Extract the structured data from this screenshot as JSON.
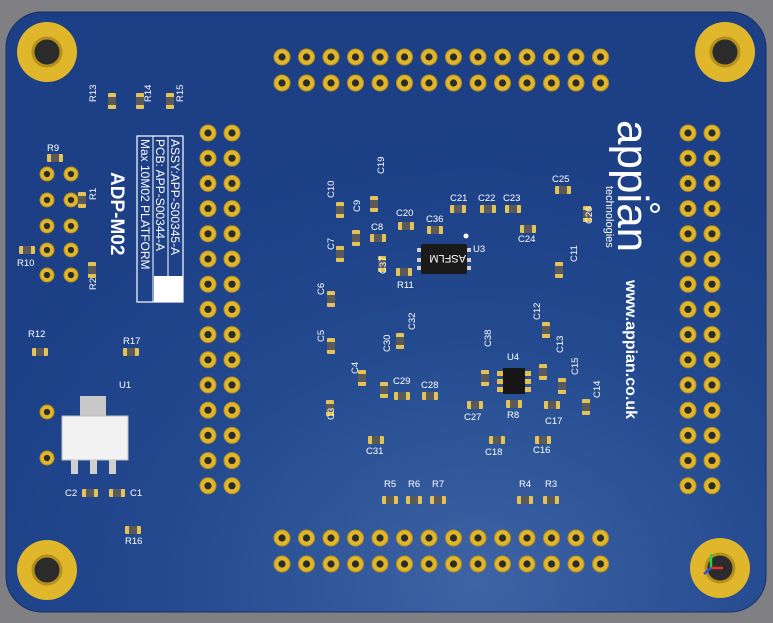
{
  "colors": {
    "board": "#1c3f86",
    "board_highlight": "#3e64a6",
    "background": "#7f7f84",
    "pad_gold": "#e0b62a",
    "pad_hole": "#2b2b2b",
    "silkscreen": "#ffffff"
  },
  "silkscreen": {
    "assy": "ASSY:APP-S00345-A",
    "pcb": "PCB: APP-S00344-A",
    "platform": "Max 10M02 PLATFORM",
    "board_name": "ADP-M02",
    "logo_word": "appian",
    "logo_sub": "technologies",
    "website": "www.appian.co.uk",
    "chip_marking": "ASFLM"
  },
  "designators": [
    {
      "id": "R13"
    },
    {
      "id": "R14"
    },
    {
      "id": "R15"
    },
    {
      "id": "R9"
    },
    {
      "id": "R1"
    },
    {
      "id": "R10"
    },
    {
      "id": "R2"
    },
    {
      "id": "R12"
    },
    {
      "id": "R17"
    },
    {
      "id": "U1"
    },
    {
      "id": "C2"
    },
    {
      "id": "C1"
    },
    {
      "id": "R16"
    },
    {
      "id": "C19"
    },
    {
      "id": "C10"
    },
    {
      "id": "C9"
    },
    {
      "id": "C8"
    },
    {
      "id": "C20"
    },
    {
      "id": "C36"
    },
    {
      "id": "C21"
    },
    {
      "id": "C22"
    },
    {
      "id": "C23"
    },
    {
      "id": "C25"
    },
    {
      "id": "C26"
    },
    {
      "id": "C24"
    },
    {
      "id": "U3"
    },
    {
      "id": "C7"
    },
    {
      "id": "C37"
    },
    {
      "id": "R11"
    },
    {
      "id": "C11"
    },
    {
      "id": "C6"
    },
    {
      "id": "C12"
    },
    {
      "id": "C5"
    },
    {
      "id": "C32"
    },
    {
      "id": "C38"
    },
    {
      "id": "U4"
    },
    {
      "id": "C13"
    },
    {
      "id": "C30"
    },
    {
      "id": "C4"
    },
    {
      "id": "C29"
    },
    {
      "id": "C28"
    },
    {
      "id": "C15"
    },
    {
      "id": "C14"
    },
    {
      "id": "C27"
    },
    {
      "id": "R8"
    },
    {
      "id": "C17"
    },
    {
      "id": "C3"
    },
    {
      "id": "C31"
    },
    {
      "id": "C18"
    },
    {
      "id": "C16"
    },
    {
      "id": "R5"
    },
    {
      "id": "R6"
    },
    {
      "id": "R7"
    },
    {
      "id": "R4"
    },
    {
      "id": "R3"
    }
  ]
}
